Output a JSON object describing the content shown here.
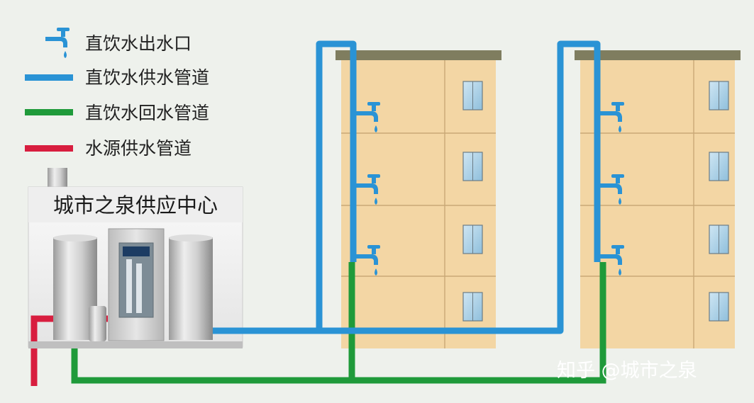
{
  "legend": [
    {
      "label": "直饮水出水口",
      "kind": "tap",
      "icon": "faucet-icon",
      "color": "#2a93d5"
    },
    {
      "label": "直饮水供水管道",
      "kind": "line",
      "color": "#2a93d5"
    },
    {
      "label": "直饮水回水管道",
      "kind": "line",
      "color": "#1f9a3a"
    },
    {
      "label": "水源供水管道",
      "kind": "line",
      "color": "#d81e3f"
    }
  ],
  "center": {
    "title": "城市之泉供应中心"
  },
  "buildings": [
    {
      "floors": 4,
      "taps_per_building": 3
    },
    {
      "floors": 4,
      "taps_per_building": 3
    }
  ],
  "watermark": "知乎 @城市之泉",
  "colors": {
    "supply": "#2a93d5",
    "return": "#1f9a3a",
    "source": "#d81e3f",
    "building_wall": "#f3d6a4",
    "roof": "#7f7d5f",
    "background": "#eef1ec"
  }
}
